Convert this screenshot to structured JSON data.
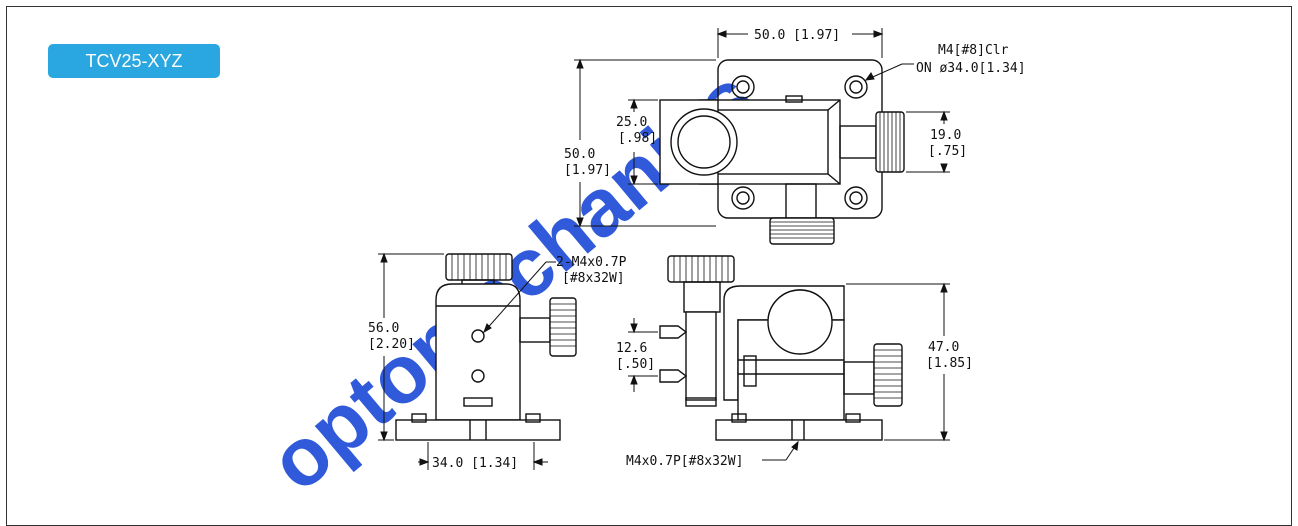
{
  "model_badge": "TCV25-XYZ",
  "watermark": "optomechanics",
  "colors": {
    "badge": "#2aa6e0",
    "watermark": "#1f4dd6",
    "line": "#111111"
  },
  "top_view": {
    "width_dim": "50.0 [1.97]",
    "height_dim_mm": "50.0",
    "height_dim_in": "[1.97]",
    "bore_offset_mm": "25.0",
    "bore_offset_in": "[.98]",
    "knob_offset_mm": "19.0",
    "knob_offset_in": "[.75]",
    "hole_note_line1": "M4[#8]Clr",
    "hole_note_line2": "ON  ø34.0[1.34]"
  },
  "side_view": {
    "height_mm": "56.0",
    "height_in": "[2.20]",
    "tap_note_line1": "2-M4x0.7P",
    "tap_note_line2": "[#8x32W]",
    "base_dim": "34.0 [1.34]"
  },
  "front_view": {
    "slot_mm": "12.6",
    "slot_in": "[.50]",
    "height_mm": "47.0",
    "height_in": "[1.85]",
    "base_tap_note": "M4x0.7P[#8x32W]"
  }
}
